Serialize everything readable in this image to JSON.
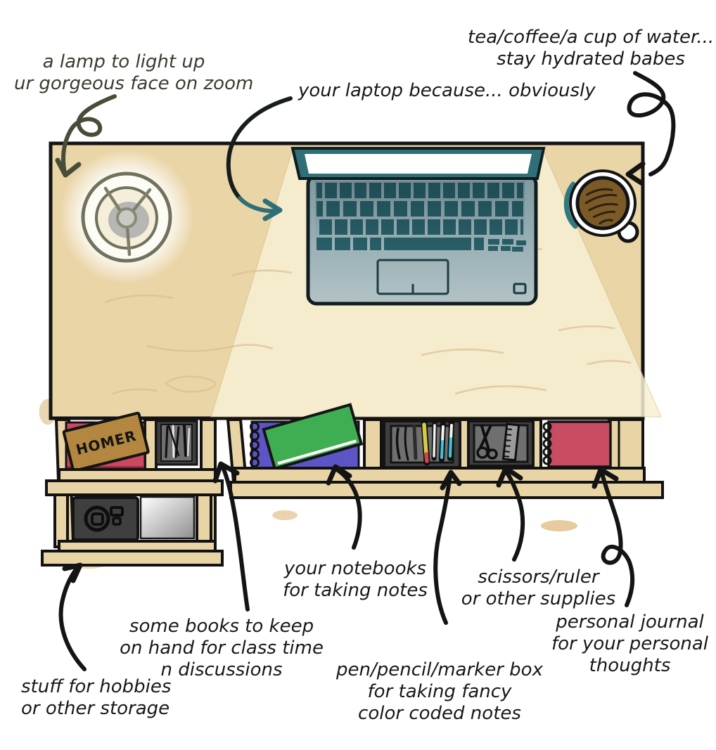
{
  "illustration": {
    "homer_book_label": "HOMER"
  },
  "annotations": {
    "lamp": {
      "lines": [
        "a lamp to light up",
        "ur gorgeous face on zoom"
      ]
    },
    "laptop": {
      "lines": [
        "your laptop because... obviously"
      ]
    },
    "drink": {
      "lines": [
        "tea/coffee/a cup of water...",
        "stay hydrated babes"
      ]
    },
    "notebooks": {
      "lines": [
        "your notebooks",
        "for taking notes"
      ]
    },
    "books": {
      "lines": [
        "some books to keep",
        "on hand for class time",
        "n discussions"
      ]
    },
    "hobbies": {
      "lines": [
        "stuff for hobbies",
        "or other storage"
      ]
    },
    "pens": {
      "lines": [
        "pen/pencil/marker box",
        "for taking fancy",
        "color coded notes"
      ]
    },
    "scissors": {
      "lines": [
        "scissors/ruler",
        "or other supplies"
      ]
    },
    "journal": {
      "lines": [
        "personal journal",
        "for your personal",
        "thoughts"
      ]
    }
  },
  "colors": {
    "desk_wood": "#ead5a7",
    "desk_light": "#f8efd4",
    "shelf_wood": "#e9d4a5",
    "laptop_teal": "#2e6f78",
    "laptop_key": "#2a5f68",
    "laptop_body_top": "#7d9aa1",
    "laptop_body_bottom": "#b2c3c5",
    "keyboard_gap": "#9fb6bb",
    "coffee_brown": "#7b5a28",
    "cup_shadow_teal": "#2f7a80",
    "lamp_ring": "#70725c",
    "lamp_gray": "#b6b6b2",
    "book_red": "#c94a60",
    "book_tan": "#b3873f",
    "book_green": "#3fae52",
    "notebook_purple": "#5c55c5",
    "journal_pink": "#c74c64",
    "box_dark": "#3f3f3f",
    "box_mid": "#6f6f6f",
    "pencil_yellow": "#d9ca44",
    "pencil_tip_red": "#d24545",
    "pen_cyan": "#45c2d8",
    "ink": "#141414",
    "note_ink": "#17181a",
    "lamp_note_ink": "#373d2e",
    "lamp_arrow": "#474d38"
  }
}
